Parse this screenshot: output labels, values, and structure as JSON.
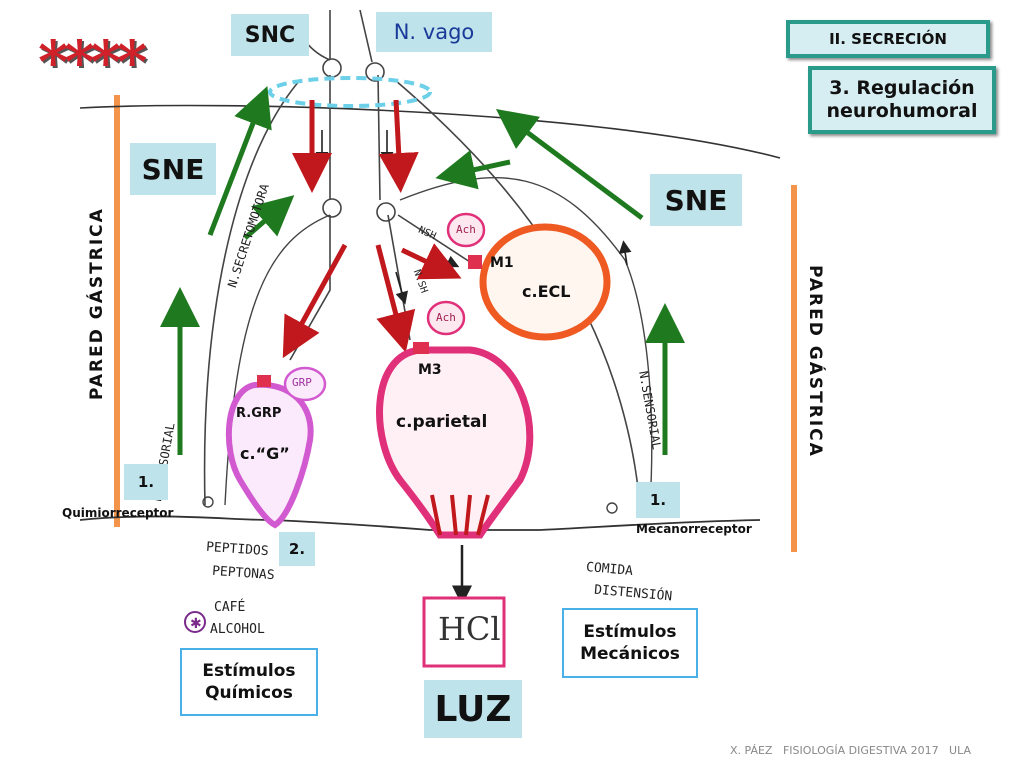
{
  "header": {
    "snc": "SNC",
    "n_vago": "N. vago",
    "section": "II. SECRECIÓN",
    "subsection": "3. Regulación neurohumoral",
    "stars": "****"
  },
  "sne_left": "SNE",
  "sne_right": "SNE",
  "pared_left": "PARED GÁSTRICA",
  "pared_right": "PARED GÁSTRICA",
  "cells": {
    "ecl": "c.ECL",
    "parietal": "c.parietal",
    "g": "c.“G”"
  },
  "receptors": {
    "m1": "M1",
    "m3": "M3",
    "rgrp": "R.GRP",
    "grp": "GRP",
    "ach1": "Ach",
    "ach2": "Ach"
  },
  "nerves": {
    "secretomotora": "N.SECRETOMOTORA",
    "sensorial_left": "N.SENSORIAL",
    "sensorial_right": "N.SENSORIAL",
    "nsh1": "NSH",
    "nsh2": "N.SH"
  },
  "steps": {
    "q1": "1.",
    "m1": "1.",
    "two": "2."
  },
  "receptor_labels": {
    "quimio": "Quimiorreceptor",
    "mecano": "Mecanorreceptor"
  },
  "stimuli": {
    "chem_hand": [
      "PEPTIDOS",
      "PEPTONAS",
      "CAFÉ",
      "ALCOHOL"
    ],
    "mech_hand": [
      "COMIDA",
      "DISTENSIÓN"
    ],
    "quimicos": "Estímulos Químicos",
    "mecanicos": "Estímulos Mecánicos"
  },
  "hcl": "HCl",
  "luz": "LUZ",
  "footer": "X. PÁEZ   FISIOLOGÍA DIGESTIVA 2017   ULA",
  "colors": {
    "teal": "#bfe3ea",
    "orange_bar": "#f4944a",
    "red": "#c0181c",
    "green": "#1f7a1f",
    "ecl": "#ee5a22",
    "parietal": "#e0307a",
    "gcell": "#d25ad0"
  }
}
